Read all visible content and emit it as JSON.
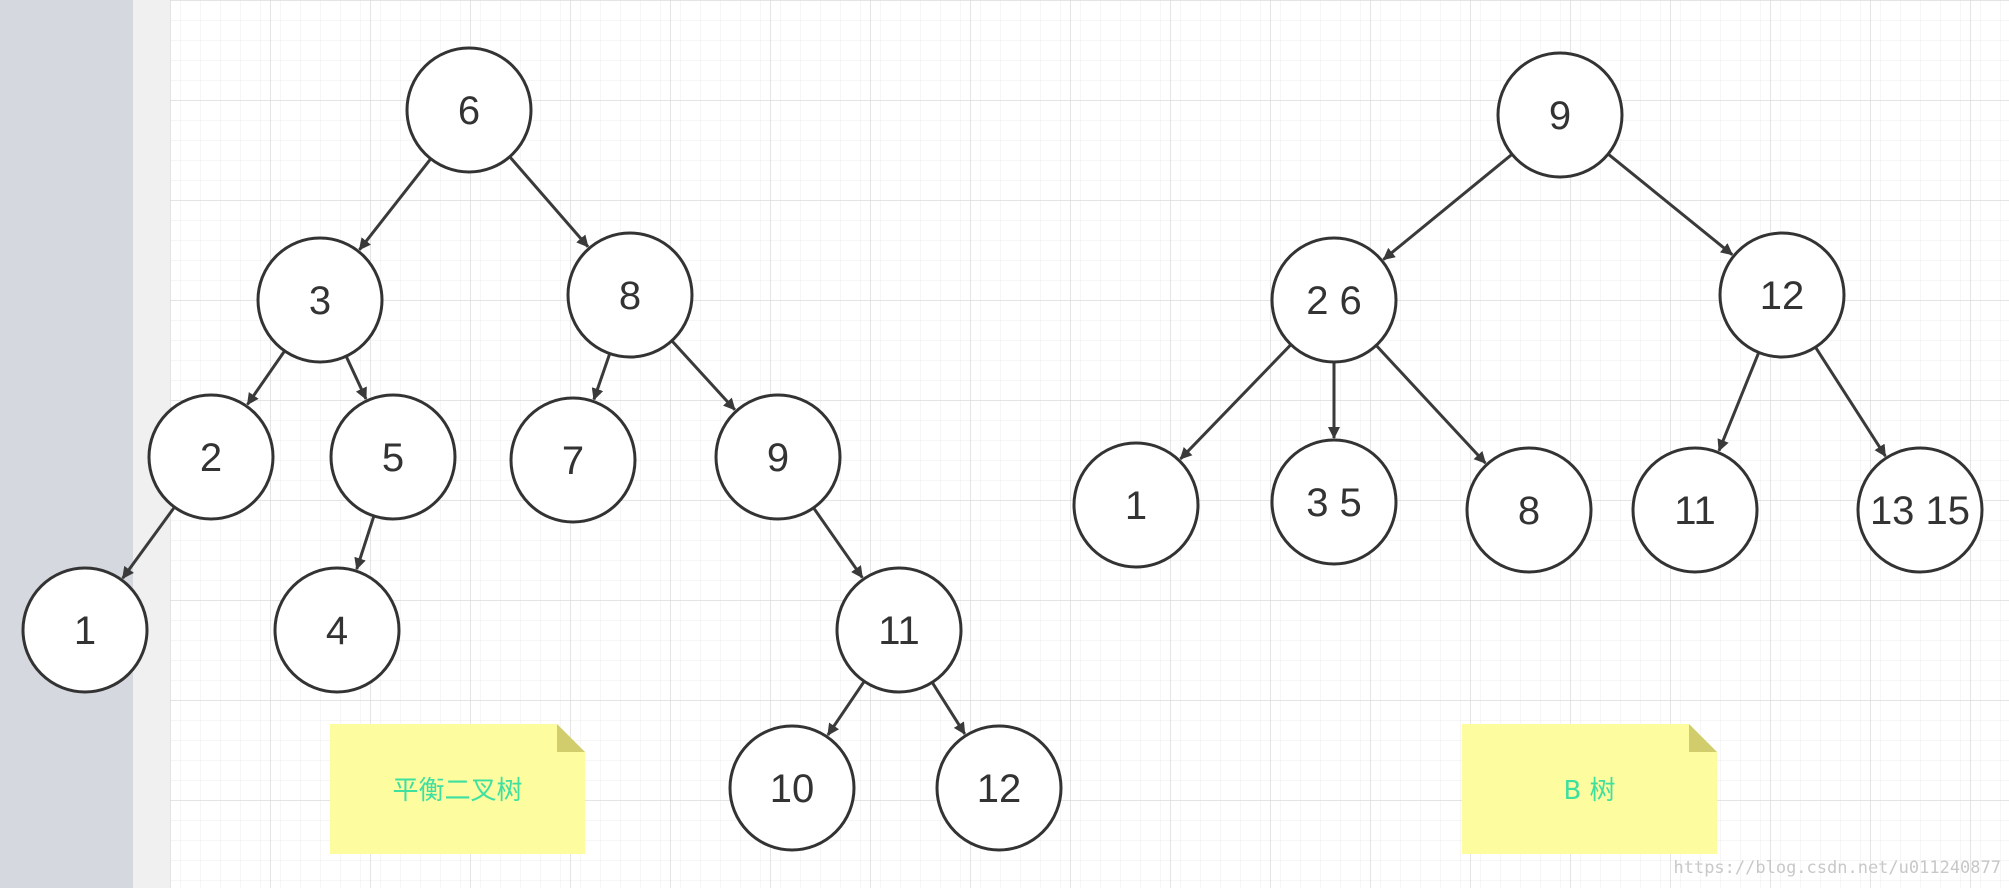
{
  "colors": {
    "canvas": "#ffffff",
    "grid_minor": "#ececec",
    "grid_major": "#dcdcdc",
    "sidebar": "#d5d8df",
    "sidebar_edge": "#eeeeee",
    "node_stroke": "#333333",
    "edge_stroke": "#3a3a3a",
    "note_fill": "#fdfc9f",
    "note_fold": "#d1cd6d",
    "note_text": "#3ee0a0"
  },
  "diagrams": [
    {
      "note": {
        "label": "平衡二叉树"
      },
      "nodes": [
        {
          "id": "avl-6",
          "label": "6"
        },
        {
          "id": "avl-3",
          "label": "3"
        },
        {
          "id": "avl-8",
          "label": "8"
        },
        {
          "id": "avl-2",
          "label": "2"
        },
        {
          "id": "avl-5",
          "label": "5"
        },
        {
          "id": "avl-7",
          "label": "7"
        },
        {
          "id": "avl-9",
          "label": "9"
        },
        {
          "id": "avl-1",
          "label": "1"
        },
        {
          "id": "avl-4",
          "label": "4"
        },
        {
          "id": "avl-11",
          "label": "11"
        },
        {
          "id": "avl-10",
          "label": "10"
        },
        {
          "id": "avl-12",
          "label": "12"
        }
      ],
      "edges": [
        [
          "avl-6",
          "avl-3"
        ],
        [
          "avl-6",
          "avl-8"
        ],
        [
          "avl-3",
          "avl-2"
        ],
        [
          "avl-3",
          "avl-5"
        ],
        [
          "avl-8",
          "avl-7"
        ],
        [
          "avl-8",
          "avl-9"
        ],
        [
          "avl-2",
          "avl-1"
        ],
        [
          "avl-5",
          "avl-4"
        ],
        [
          "avl-9",
          "avl-11"
        ],
        [
          "avl-11",
          "avl-10"
        ],
        [
          "avl-11",
          "avl-12"
        ]
      ]
    },
    {
      "note": {
        "label": "B 树"
      },
      "nodes": [
        {
          "id": "b-9",
          "label": "9"
        },
        {
          "id": "b-2-6",
          "label": "2 6"
        },
        {
          "id": "b-12",
          "label": "12"
        },
        {
          "id": "b-1",
          "label": "1"
        },
        {
          "id": "b-3-5",
          "label": "3 5"
        },
        {
          "id": "b-8",
          "label": "8"
        },
        {
          "id": "b-11",
          "label": "11"
        },
        {
          "id": "b-13-15",
          "label": "13 15"
        }
      ],
      "edges": [
        [
          "b-9",
          "b-2-6"
        ],
        [
          "b-9",
          "b-12"
        ],
        [
          "b-2-6",
          "b-1"
        ],
        [
          "b-2-6",
          "b-3-5"
        ],
        [
          "b-2-6",
          "b-8"
        ],
        [
          "b-12",
          "b-11"
        ],
        [
          "b-12",
          "b-13-15"
        ]
      ]
    }
  ],
  "watermark": "https://blog.csdn.net/u011240877"
}
